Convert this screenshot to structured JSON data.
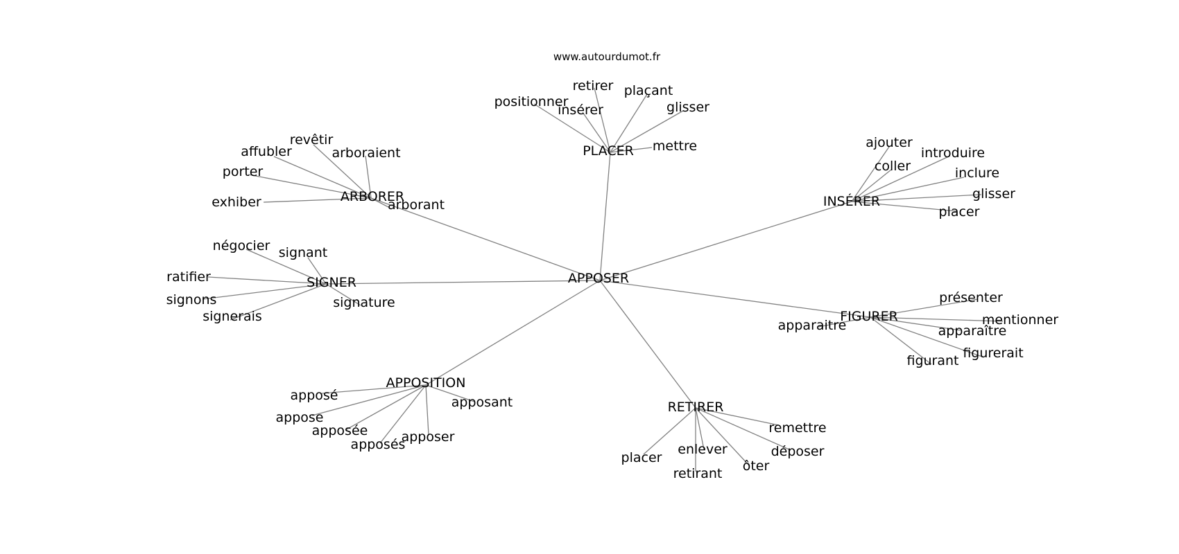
{
  "source": "www.autourdumot.fr",
  "colors": {
    "edge": "#808080",
    "text": "#000000",
    "background": "#ffffff"
  },
  "center": {
    "id": "apposer",
    "label": "APPOSER"
  },
  "groups": [
    {
      "id": "placer",
      "label": "PLACER",
      "words": [
        "positionner",
        "retirer",
        "plaçant",
        "glisser",
        "insérer",
        "mettre"
      ]
    },
    {
      "id": "arborer",
      "label": "ARBORER",
      "words": [
        "revêtir",
        "affubler",
        "arboraient",
        "porter",
        "exhiber",
        "arborant"
      ]
    },
    {
      "id": "inserer",
      "label": "INSÉRER",
      "words": [
        "ajouter",
        "introduire",
        "coller",
        "inclure",
        "glisser",
        "placer"
      ]
    },
    {
      "id": "signer",
      "label": "SIGNER",
      "words": [
        "négocier",
        "signant",
        "ratifier",
        "signons",
        "signerais",
        "signature"
      ]
    },
    {
      "id": "figurer",
      "label": "FIGURER",
      "words": [
        "présenter",
        "mentionner",
        "apparaitre",
        "apparaître",
        "figurerait",
        "figurant"
      ]
    },
    {
      "id": "apposition",
      "label": "APPOSITION",
      "words": [
        "apposé",
        "apposant",
        "appose",
        "apposée",
        "apposer",
        "apposés"
      ]
    },
    {
      "id": "retirer",
      "label": "RETIRER",
      "words": [
        "remettre",
        "placer",
        "enlever",
        "déposer",
        "ôter",
        "retirant"
      ]
    }
  ]
}
